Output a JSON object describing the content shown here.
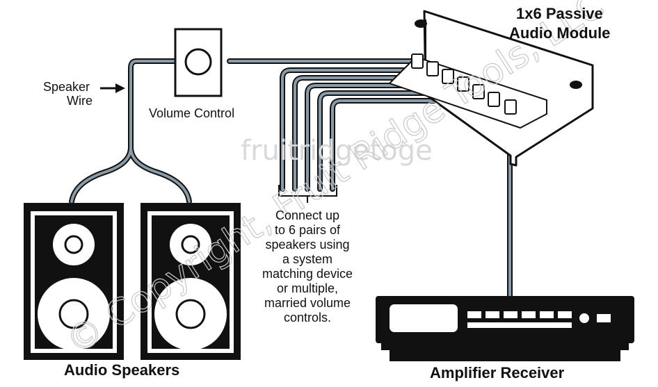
{
  "labels": {
    "module_title_line1": "1x6 Passive",
    "module_title_line2": "Audio Module",
    "speaker_wire_line1": "Speaker",
    "speaker_wire_line2": "Wire",
    "volume_control": "Volume Control",
    "audio_speakers": "Audio Speakers",
    "amplifier_receiver": "Amplifier Receiver",
    "note_lines": [
      "Connect up",
      "to 6 pairs of",
      "speakers using",
      "a system",
      "matching device",
      "or multiple,",
      "married volume",
      "controls."
    ]
  },
  "watermarks": {
    "site": "fruitridgetoge",
    "copyright": "© Copyright, Fruit Ridge Tools, LLC"
  },
  "colors": {
    "wire": "#8a9aa6",
    "ink": "#111111",
    "watermark": "#cccccc"
  }
}
